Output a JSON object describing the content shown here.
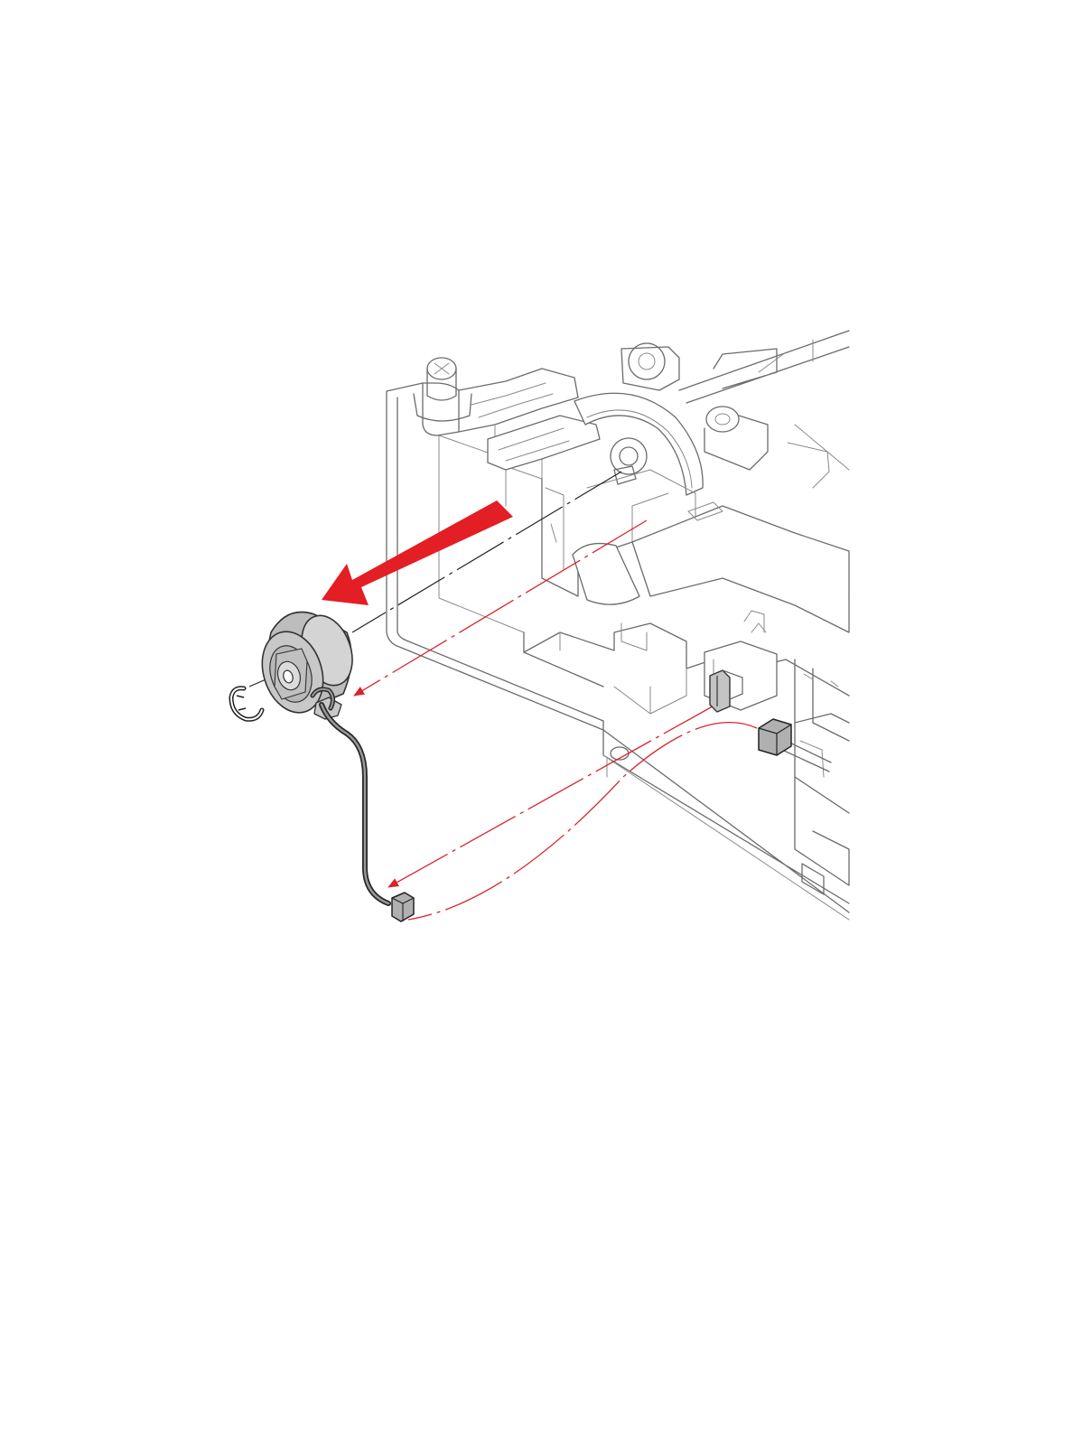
{
  "figure": {
    "caption": "",
    "colors": {
      "line_art": "#6b6b6b",
      "leader_red": "#d9232e",
      "arrow_red": "#e31e24",
      "clutch_gray": "#c8c8c8",
      "connector_gray": "#b0b0b0",
      "cable_black": "#2a2a2a"
    },
    "parts": [
      {
        "id": "printer-frame",
        "label": ""
      },
      {
        "id": "electromagnetic-clutch",
        "label": ""
      },
      {
        "id": "e-ring",
        "label": ""
      },
      {
        "id": "clutch-harness",
        "label": ""
      },
      {
        "id": "harness-connector",
        "label": ""
      },
      {
        "id": "frame-connector",
        "label": ""
      },
      {
        "id": "harness-clamp",
        "label": ""
      }
    ],
    "callouts": [],
    "direction_arrow": {
      "meaning": "remove"
    }
  }
}
